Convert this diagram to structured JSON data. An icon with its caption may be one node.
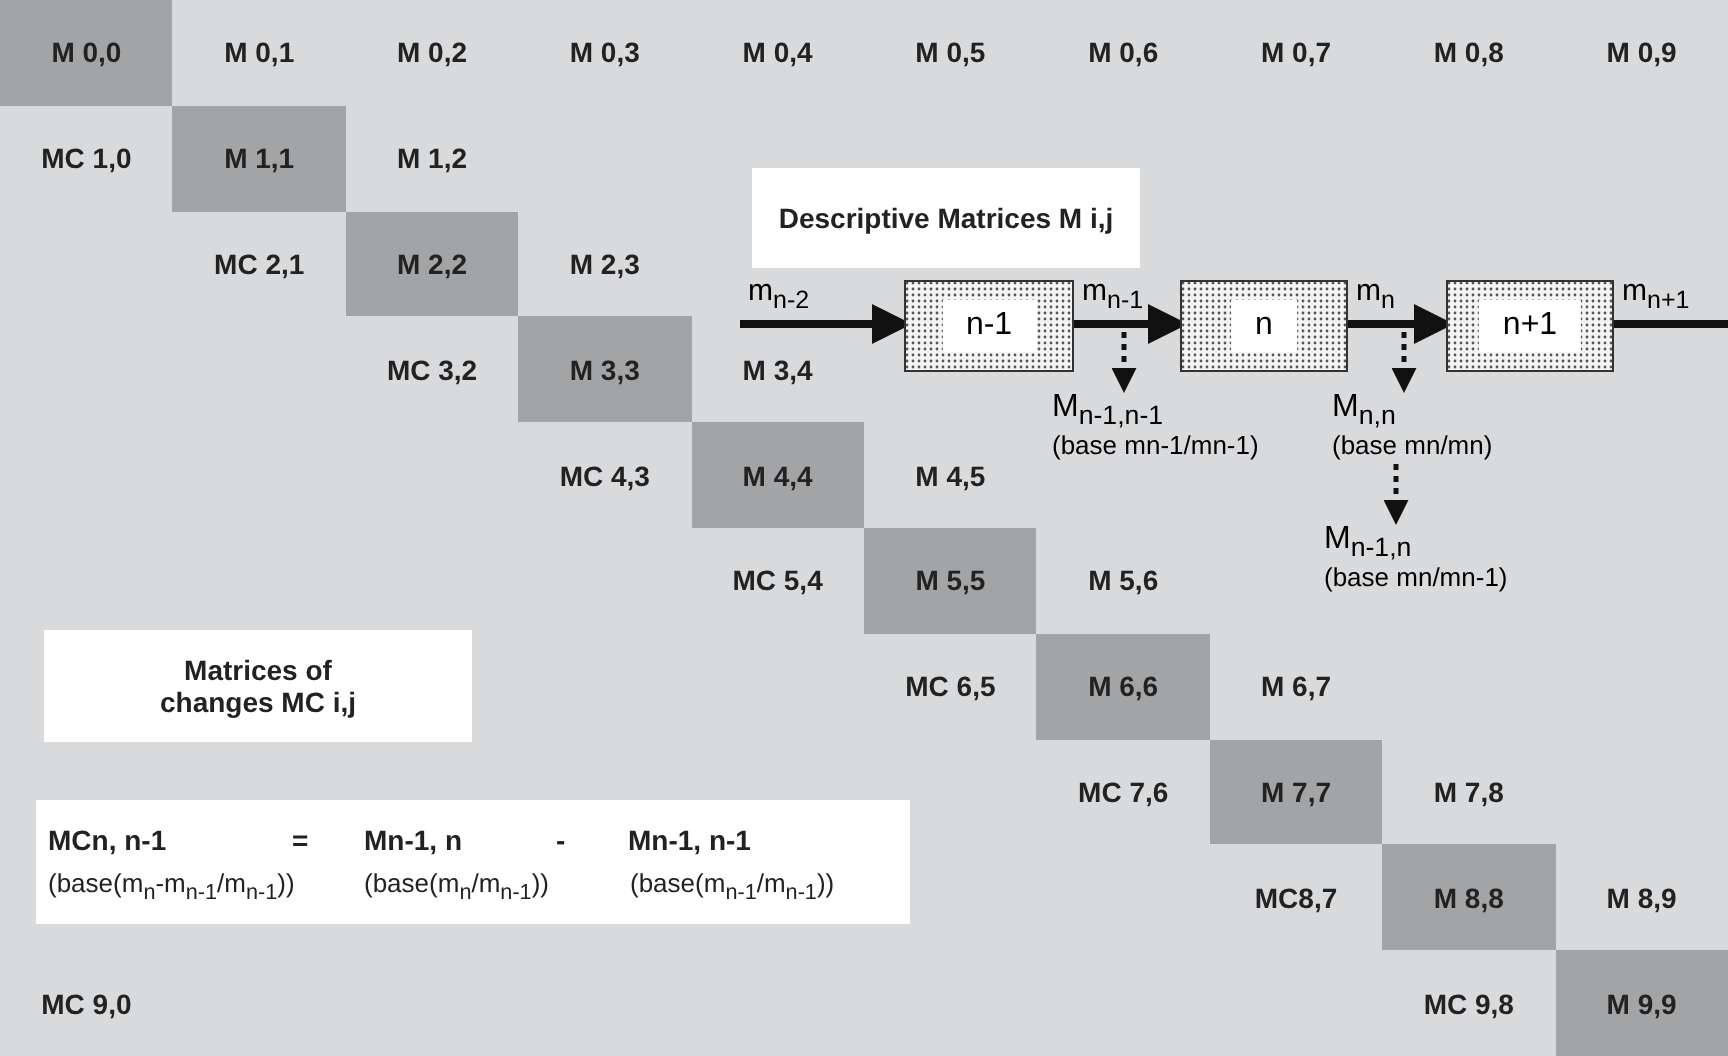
{
  "diagram": {
    "nodes": [
      {
        "text": [
          "M 0,0"
        ]
      },
      {
        "text": [
          "M 1,1"
        ]
      },
      {
        "text": [
          "M 2,2"
        ]
      },
      {
        "text": [
          "M 3,3"
        ]
      },
      {
        "text": [
          "M 4,4"
        ]
      },
      {
        "text": [
          "M 5,5"
        ]
      },
      {
        "text": [
          "M 6,6"
        ]
      },
      {
        "text": [
          "M 7,7"
        ]
      },
      {
        "text": [
          "M 8,8"
        ]
      },
      {
        "text": [
          "M 9,9"
        ]
      },
      {
        "text": [
          "Descriptive  Matrices M i,j"
        ]
      },
      {
        "text": [
          "n-1"
        ]
      },
      {
        "text": [
          "n"
        ]
      },
      {
        "text": [
          "n+1"
        ]
      },
      {
        "text": [
          "M$_{n-1,n-1}$",
          "(base mn-1/mn-1)"
        ]
      },
      {
        "text": [
          "M$_{n,n}$",
          "(base mn/mn)"
        ]
      },
      {
        "text": [
          "M$_{n-1,n}$",
          "(base mn/mn-1)"
        ]
      },
      {
        "text": [
          "Matrices of changes MC i,j"
        ]
      },
      {
        "text": [
          "MCn, n-1",
          "=",
          "Mn-1, n",
          "-",
          "Mn-1, n-1",
          "(base(m$_{n}$-m$_{n-1}$/m$_{n-1}$))",
          "(base(m$_{n}$/m$_{n-1}$))",
          "(base(m$_{n-1}$/m$_{n-1}$))"
        ]
      }
    ],
    "edges": [
      {
        "from": null,
        "to": 11,
        "arrow": "to",
        "label": "m$_{n-2}$"
      },
      {
        "from": 11,
        "to": 12,
        "arrow": "to",
        "label": "m$_{n-1}$"
      },
      {
        "from": 12,
        "to": 13,
        "arrow": "to",
        "label": "m$_{n}$"
      },
      {
        "from": 13,
        "to": null,
        "arrow": "to",
        "label": "m$_{n+1}$"
      },
      {
        "from": null,
        "to": 14,
        "arrow": "to",
        "style": "dashed"
      },
      {
        "from": null,
        "to": 15,
        "arrow": "to",
        "style": "dashed"
      },
      {
        "from": 15,
        "to": 16,
        "arrow": "to",
        "style": "dashed"
      }
    ],
    "labels": [
      "M 0,1",
      "M 0,2",
      "M 0,3",
      "M 0,4",
      "M 0,5",
      "M 0,6",
      "M 0,7",
      "M 0,8",
      "M 0,9",
      "MC 1,0",
      "M 1,2",
      "MC 2,1",
      "M 2,3",
      "MC 3,2",
      "M 3,4",
      "MC 4,3",
      "M 4,5",
      "MC 5,4",
      "M 5,6",
      "MC 6,5",
      "M 6,7",
      "MC 7,6",
      "M 7,8",
      "MC8,7",
      "M 8,9",
      "MC 9,0",
      "MC 9,8"
    ]
  }
}
